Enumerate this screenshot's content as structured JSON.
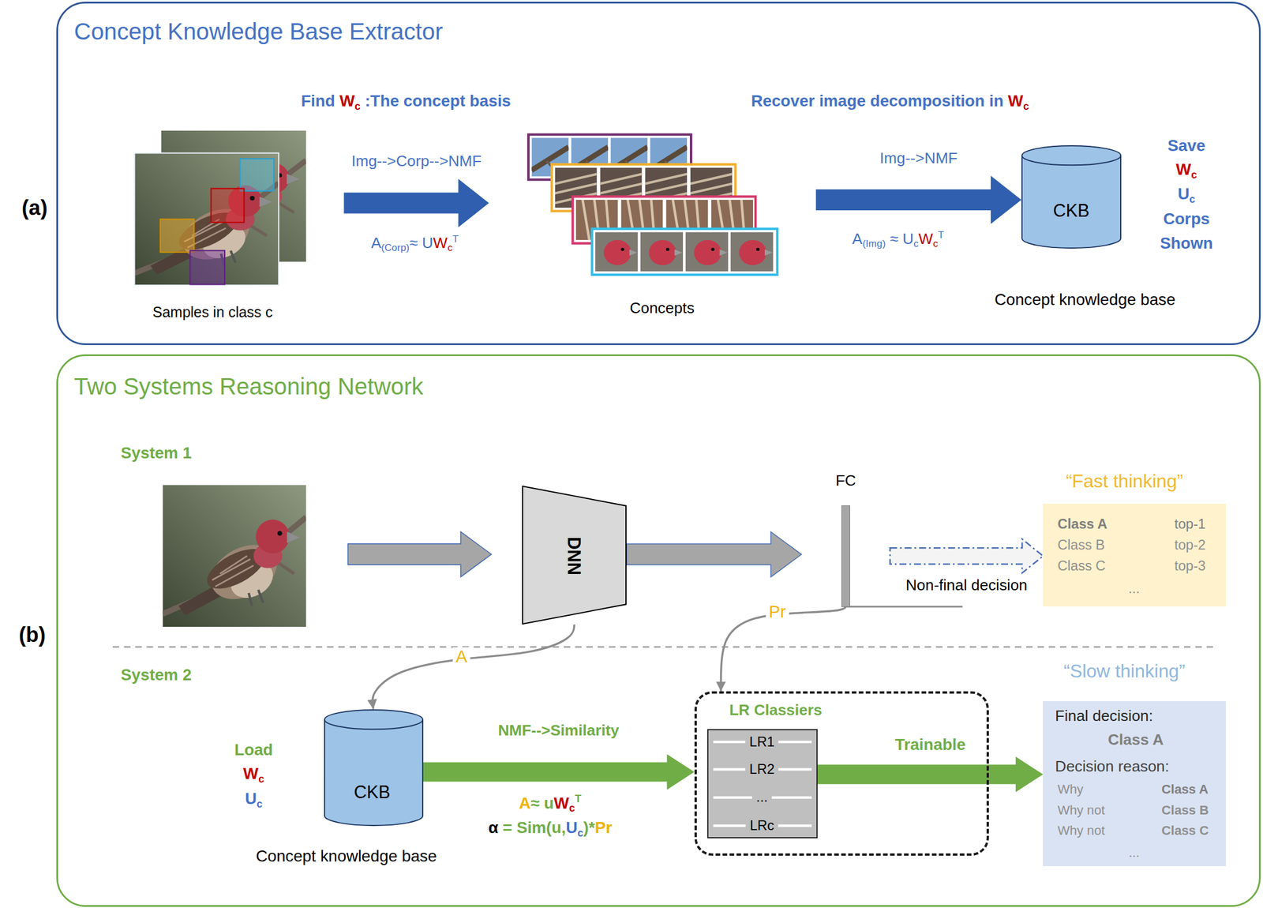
{
  "diagram": {
    "nodes": [
      {
        "text": [
          "Concept Knowledge Base Extractor"
        ]
      },
      {
        "text": [
          "Samples in class c"
        ],
        "in": 0
      },
      {
        "text": [
          "Concepts"
        ],
        "in": 0
      },
      {
        "text": [
          "CKB",
          "Concept knowledge base"
        ],
        "in": 0
      },
      {
        "text": [
          "Two Systems Reasoning Network"
        ]
      },
      {
        "text": [
          "DNN"
        ],
        "in": 4
      },
      {
        "text": [
          "FC"
        ],
        "in": 4
      },
      {
        "text": [
          "“Fast thinking”",
          "Class A",
          "top-1",
          "Class B",
          "top-2",
          "Class C",
          "top-3",
          "..."
        ],
        "in": 4
      },
      {
        "text": [
          "CKB",
          "Concept knowledge base"
        ],
        "in": 4
      },
      {
        "text": [
          "LR Classiers"
        ],
        "in": 4
      },
      {
        "text": [
          "LR1",
          "LR2",
          "...",
          "LRc"
        ],
        "in": 9
      },
      {
        "text": [
          "“Slow thinking”",
          "Final decision:",
          "Class A",
          "Decision reason:",
          "Why",
          "Class A",
          "Why not",
          "Class B",
          "Why not",
          "Class C",
          "..."
        ],
        "in": 4
      }
    ],
    "edges": [
      {
        "from": 1,
        "to": 2,
        "arrow": "to",
        "label": "Img-->Corp-->NMF"
      },
      {
        "from": 2,
        "to": 3,
        "arrow": "to",
        "label": "Img-->NMF"
      },
      {
        "from": 5,
        "to": 6,
        "arrow": "to"
      },
      {
        "from": 6,
        "to": 7,
        "arrow": "to",
        "label": "Non-final decision"
      },
      {
        "from": 5,
        "to": 8,
        "arrow": "to",
        "label": "A"
      },
      {
        "from": 6,
        "to": 9,
        "arrow": "to",
        "label": "Pr"
      },
      {
        "from": 8,
        "to": 9,
        "arrow": "to",
        "label": "NMF-->Similarity"
      },
      {
        "from": 10,
        "to": 11,
        "arrow": "to",
        "label": "Trainable"
      }
    ],
    "labels": [
      "(a)",
      "Find ",
      "W",
      "c",
      " :The concept basis",
      "Recover image decomposition in ",
      "W",
      "c",
      "A",
      "(Corp)",
      "≈ U",
      "W",
      "c",
      "T",
      "A",
      "(Img)",
      " ≈ U",
      "c",
      "W",
      "c",
      "T",
      "Save",
      "W",
      "c",
      "U",
      "c",
      "Corps",
      "Shown",
      "(b)",
      "System 1",
      "System 2",
      "Load",
      "W",
      "c",
      "U",
      "c",
      "A",
      "≈ u",
      "W",
      "c",
      "T",
      "α",
      " = Sim(u,",
      "U",
      "c",
      ")*",
      "Pr"
    ]
  }
}
